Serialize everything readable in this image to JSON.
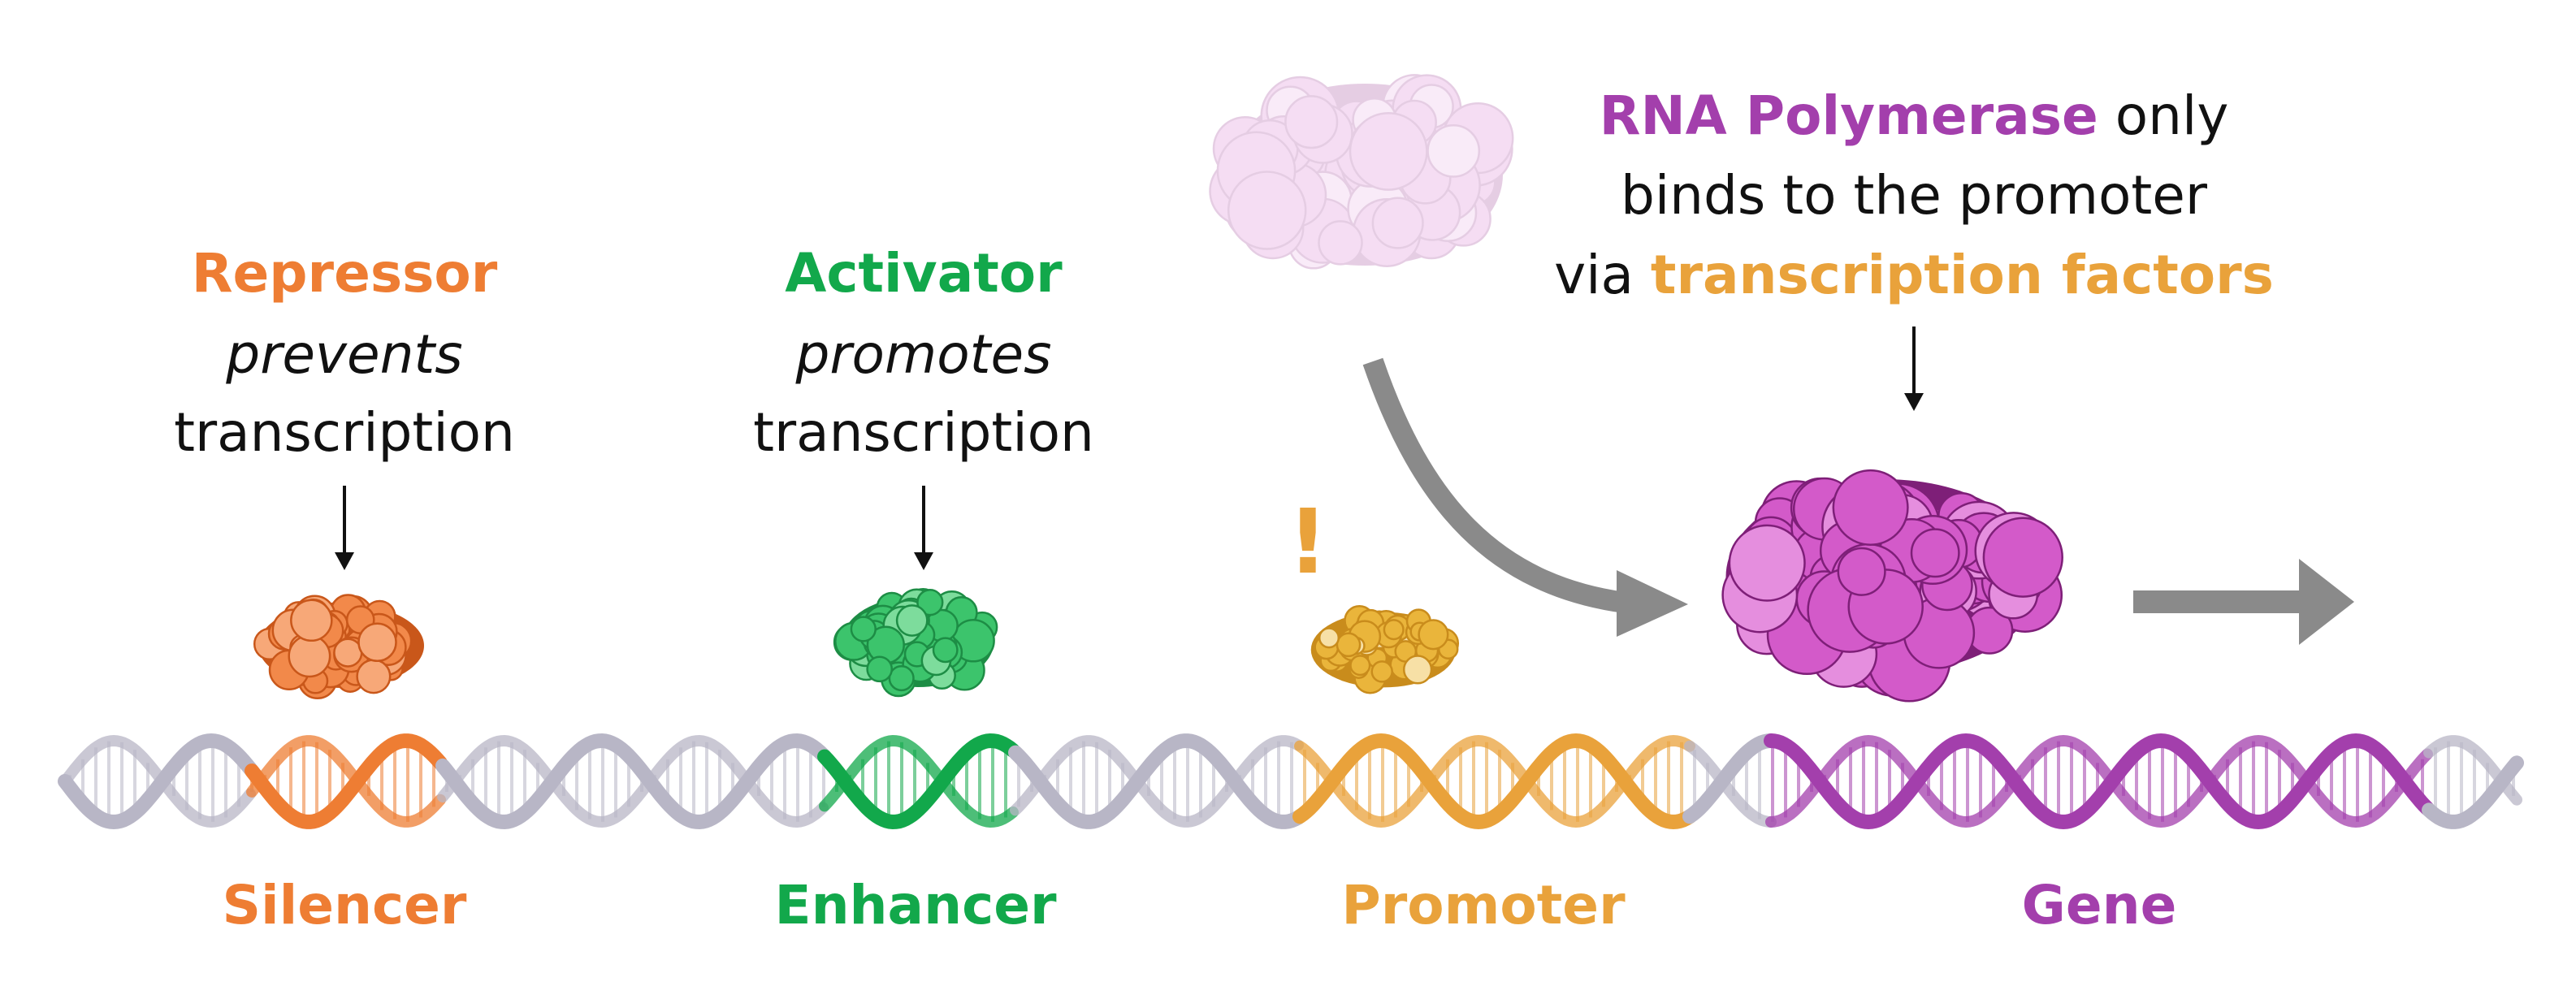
{
  "colors": {
    "repressor": "#ee7d33",
    "activator": "#12a84b",
    "promoter": "#e9a23b",
    "polymerase": "#a33fac",
    "backbone": "#b8b6c6",
    "arrow": "#8a8a8a",
    "text": "#111111"
  },
  "repressor_note": {
    "name": "Repressor",
    "verb": "prevents",
    "object": "transcription"
  },
  "activator_note": {
    "name": "Activator",
    "verb": "promotes",
    "object": "transcription"
  },
  "polymerase_note": {
    "name": "RNA Polymerase",
    "after_name": "only",
    "line2": "binds to the promoter",
    "line3_prefix": "via",
    "factors": "transcription factors"
  },
  "exclamation": "!",
  "regions": {
    "silencer": "Silencer",
    "enhancer": "Enhancer",
    "promoter": "Promoter",
    "gene": "Gene"
  },
  "icons": [
    "repressor-blob-icon",
    "activator-blob-icon",
    "transcription-factor-blob-icon",
    "rna-polymerase-faded-icon",
    "rna-polymerase-bound-icon",
    "dna-helix-icon",
    "curved-arrow-icon",
    "right-arrow-icon",
    "down-arrow-icon"
  ]
}
